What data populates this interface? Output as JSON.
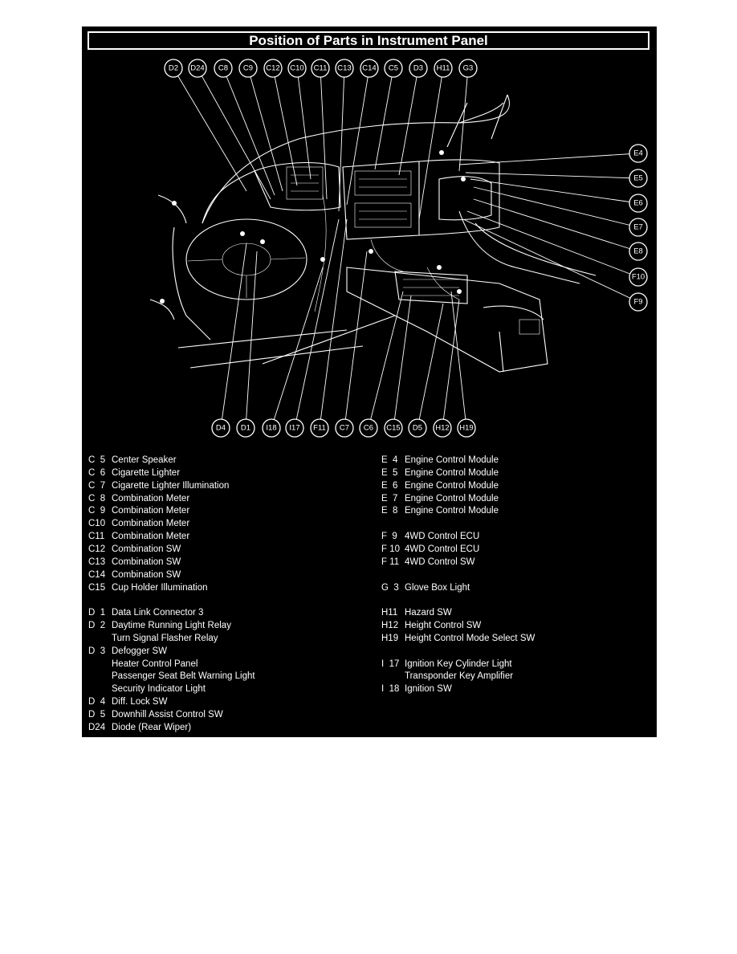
{
  "title": "Position of Parts in Instrument Panel",
  "callouts": {
    "top": [
      "D2",
      "D24",
      "C8",
      "C9",
      "C12",
      "C10",
      "C11",
      "C13",
      "C14",
      "C5",
      "D3",
      "H11",
      "G3"
    ],
    "right": [
      "E4",
      "E5",
      "E6",
      "E7",
      "E8",
      "F10",
      "F9"
    ],
    "bottom": [
      "D4",
      "D1",
      "I18",
      "I17",
      "F11",
      "C7",
      "C6",
      "C15",
      "D5",
      "H12",
      "H19"
    ]
  },
  "legend_left": [
    {
      "code": "C  5",
      "desc": "Center Speaker"
    },
    {
      "code": "C  6",
      "desc": "Cigarette Lighter"
    },
    {
      "code": "C  7",
      "desc": "Cigarette Lighter Illumination"
    },
    {
      "code": "C  8",
      "desc": "Combination Meter"
    },
    {
      "code": "C  9",
      "desc": "Combination Meter"
    },
    {
      "code": "C10",
      "desc": "Combination Meter"
    },
    {
      "code": "C11",
      "desc": "Combination Meter"
    },
    {
      "code": "C12",
      "desc": "Combination SW"
    },
    {
      "code": "C13",
      "desc": "Combination SW"
    },
    {
      "code": "C14",
      "desc": "Combination SW"
    },
    {
      "code": "C15",
      "desc": "Cup Holder Illumination"
    },
    {
      "code": "",
      "desc": ""
    },
    {
      "code": "D  1",
      "desc": "Data Link Connector 3"
    },
    {
      "code": "D  2",
      "desc": "Daytime Running Light Relay"
    },
    {
      "code": "",
      "desc": "Turn Signal Flasher Relay"
    },
    {
      "code": "D  3",
      "desc": "Defogger SW"
    },
    {
      "code": "",
      "desc": "Heater Control Panel"
    },
    {
      "code": "",
      "desc": "Passenger Seat Belt Warning Light"
    },
    {
      "code": "",
      "desc": "Security Indicator Light"
    },
    {
      "code": "D  4",
      "desc": "Diff. Lock SW"
    },
    {
      "code": "D  5",
      "desc": "Downhill Assist Control SW"
    },
    {
      "code": "D24",
      "desc": "Diode (Rear Wiper)"
    }
  ],
  "legend_right": [
    {
      "code": "E  4",
      "desc": "Engine Control Module"
    },
    {
      "code": "E  5",
      "desc": "Engine Control Module"
    },
    {
      "code": "E  6",
      "desc": "Engine Control Module"
    },
    {
      "code": "E  7",
      "desc": "Engine Control Module"
    },
    {
      "code": "E  8",
      "desc": "Engine Control Module"
    },
    {
      "code": "",
      "desc": ""
    },
    {
      "code": "F  9",
      "desc": "4WD Control ECU"
    },
    {
      "code": "F 10",
      "desc": "4WD Control ECU"
    },
    {
      "code": "F 11",
      "desc": "4WD Control SW"
    },
    {
      "code": "",
      "desc": ""
    },
    {
      "code": "G  3",
      "desc": "Glove Box Light"
    },
    {
      "code": "",
      "desc": ""
    },
    {
      "code": "H11",
      "desc": "Hazard SW"
    },
    {
      "code": "H12",
      "desc": "Height Control SW"
    },
    {
      "code": "H19",
      "desc": "Height Control Mode Select SW"
    },
    {
      "code": "",
      "desc": ""
    },
    {
      "code": "I  17",
      "desc": "Ignition Key Cylinder Light"
    },
    {
      "code": "",
      "desc": "Transponder Key Amplifier"
    },
    {
      "code": "I  18",
      "desc": "Ignition SW"
    }
  ]
}
